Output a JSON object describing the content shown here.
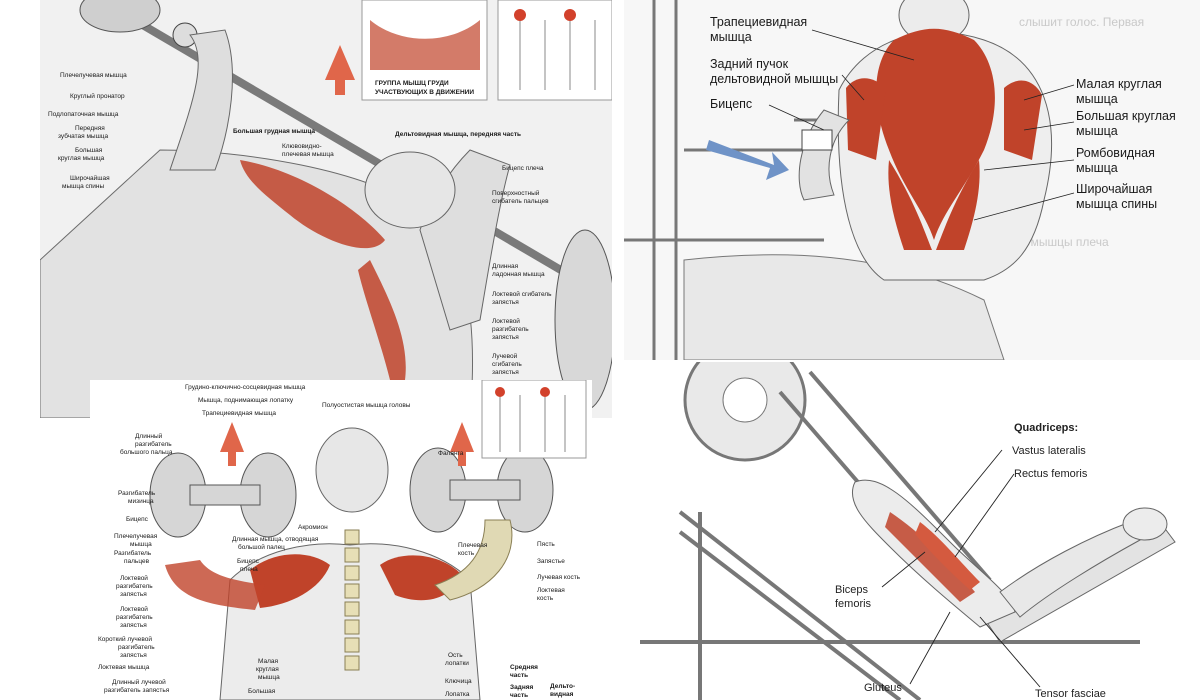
{
  "bench": {
    "labels": [
      "Плечелучевая мышца",
      "Круглый пронатор",
      "Подлопаточная мышца",
      "Передняя",
      "зубчатая мышца",
      "Большая",
      "круглая мышца",
      "Широчайшая",
      "мышца спины",
      "Большая грудная мышца",
      "Клювовидно-",
      "плечевая мышца",
      "Дельтовидная мышца, передняя часть",
      "Бицепс плеча",
      "Поверхностный",
      "сгибатель пальцев",
      "Длинная",
      "ладонная мышца",
      "Локтевой сгибатель",
      "запястья",
      "Локтевой",
      "разгибатель",
      "запястья",
      "Лучевой",
      "сгибатель",
      "запястья"
    ],
    "inset_caption": [
      "ГРУППА МЫШЦ ГРУДИ",
      "УЧАСТВУЮЩИХ В ДВИЖЕНИИ"
    ]
  },
  "row": {
    "labels": [
      "Трапециевидная",
      "мышца",
      "Задний пучок",
      "дельтовидной мышцы",
      "Бицепс",
      "Малая круглая",
      "мышца",
      "Большая круглая",
      "мышца",
      "Ромбовидная",
      "мышца",
      "Широчайшая",
      "мышца спины"
    ]
  },
  "press": {
    "labels": [
      "Грудино-ключично-сосцевидная мышца",
      "Мышца, поднимающая лопатку",
      "Трапециевидная мышца",
      "Полуостистая мышца головы",
      "Фаланга",
      "Длинный",
      "разгибатель",
      "большого пальца",
      "Разгибатель",
      "мизинца",
      "Бицепс",
      "Плечелучевая",
      "мышца",
      "Разгибатель",
      "пальцев",
      "Локтевой",
      "разгибатель",
      "запястья",
      "Локтевой",
      "разгибатель",
      "запястья",
      "Короткий лучевой",
      "разгибатель",
      "запястья",
      "Локтевая мышца",
      "Длинный лучевой",
      "разгибатель запястья",
      "Акромион",
      "Длинная мышца, отводящая",
      "большой палец",
      "Бицепс",
      "плеча",
      "Плечевая",
      "кость",
      "Пясть",
      "Запястье",
      "Лучевая кость",
      "Локтевая",
      "кость",
      "Малая",
      "круглая",
      "мышца",
      "Большая",
      "Ость",
      "лопатки",
      "Ключица",
      "Лопатка",
      "Средняя",
      "часть",
      "Задняя",
      "часть",
      "Дельто-",
      "видная"
    ]
  },
  "legpress": {
    "title": "Quadriceps:",
    "labels": [
      "Vastus lateralis",
      "Rectus femoris",
      "Biceps",
      "femoris",
      "Gluteus",
      "Tensor fasciae"
    ]
  },
  "colors": {
    "muscle": "#c0432a",
    "bg": "#ffffff",
    "sketch": "#6b6b6b",
    "arrow": "#e0664a",
    "blue_arrow": "#6f93c7"
  }
}
